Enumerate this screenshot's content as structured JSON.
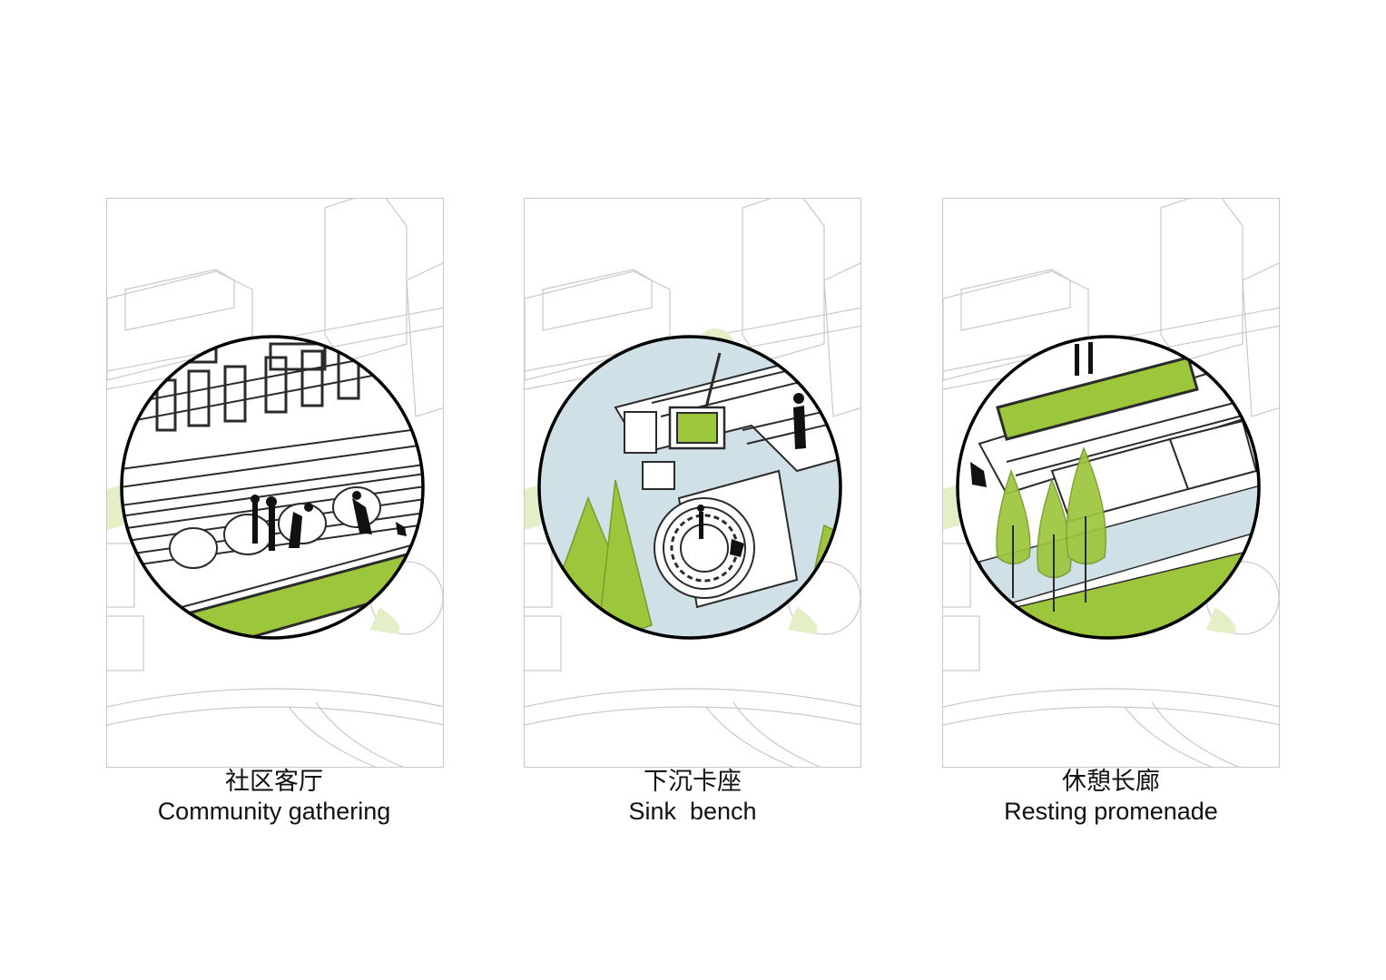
{
  "colors": {
    "green": "#9cc63b",
    "green_light": "#cfe3a0",
    "water": "#cfe0e6",
    "line": "#2b2b2b",
    "faint": "#c7c7c7"
  },
  "panels": [
    {
      "zh": "社区客厅",
      "en": "Community gathering"
    },
    {
      "zh": "下沉卡座",
      "en": "Sink  bench"
    },
    {
      "zh": "休憩长廊",
      "en": "Resting promenade"
    }
  ]
}
